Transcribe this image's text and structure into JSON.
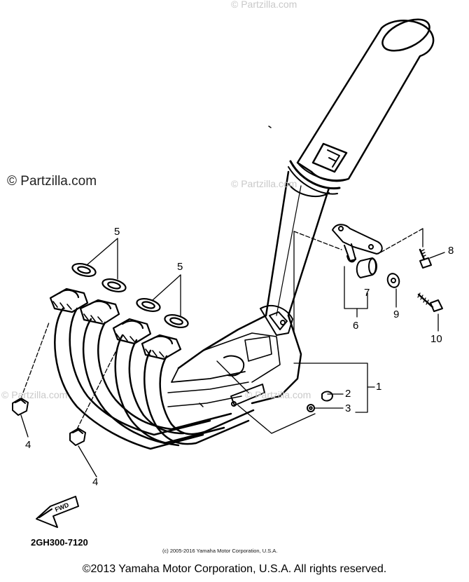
{
  "watermarks": {
    "main": "© Partzilla.com",
    "faint": "© Partzilla.com"
  },
  "callouts": {
    "c1": "1",
    "c2": "2",
    "c3": "3",
    "c4a": "4",
    "c4b": "4",
    "c5a": "5",
    "c5b": "5",
    "c6": "6",
    "c7": "7",
    "c8": "8",
    "c9": "9",
    "c10": "10"
  },
  "fwd_label": "FWD",
  "part_code": "2GH300-7120",
  "small_copyright": "(c) 2005-2016 Yamaha Motor Corporation, U.S.A.",
  "footer": "©2013 Yamaha Motor Corporation, U.S.A. All rights reserved.",
  "colors": {
    "ink": "#000000",
    "watermark": "#c9c9c9",
    "background": "#ffffff"
  }
}
